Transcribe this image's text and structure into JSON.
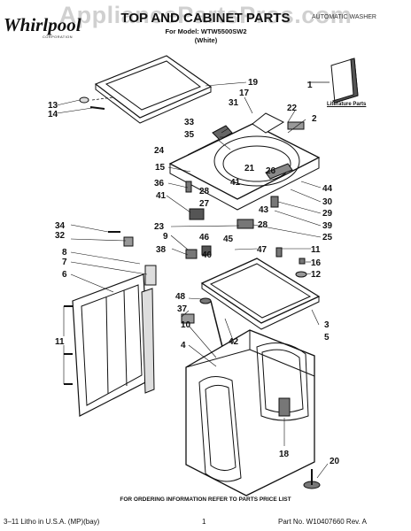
{
  "header": {
    "watermark": "AppliancePartsPros.com",
    "brand": "Whirlpool",
    "brand_sub": "CORPORATION",
    "title": "TOP AND CABINET PARTS",
    "model": "For Model: WTW5500SW2",
    "color": "(White)",
    "product_type": "AUTOMATIC WASHER"
  },
  "literature_label": "Literature Parts",
  "callouts": [
    "1",
    "2",
    "3",
    "4",
    "5",
    "6",
    "7",
    "8",
    "9",
    "10",
    "11",
    "12",
    "13",
    "14",
    "15",
    "16",
    "17",
    "18",
    "19",
    "20",
    "21",
    "22",
    "23",
    "24",
    "25",
    "26",
    "27",
    "28",
    "29",
    "30",
    "31",
    "32",
    "33",
    "34",
    "35",
    "36",
    "37",
    "38",
    "39",
    "40",
    "41",
    "42",
    "43",
    "44",
    "45",
    "46",
    "47",
    "48"
  ],
  "footer": {
    "note": "FOR ORDERING INFORMATION REFER TO PARTS PRICE LIST",
    "left": "3–11 Litho in U.S.A. (MP)(bay)",
    "page": "1",
    "part_no": "Part No. W10407660 Rev. A"
  }
}
